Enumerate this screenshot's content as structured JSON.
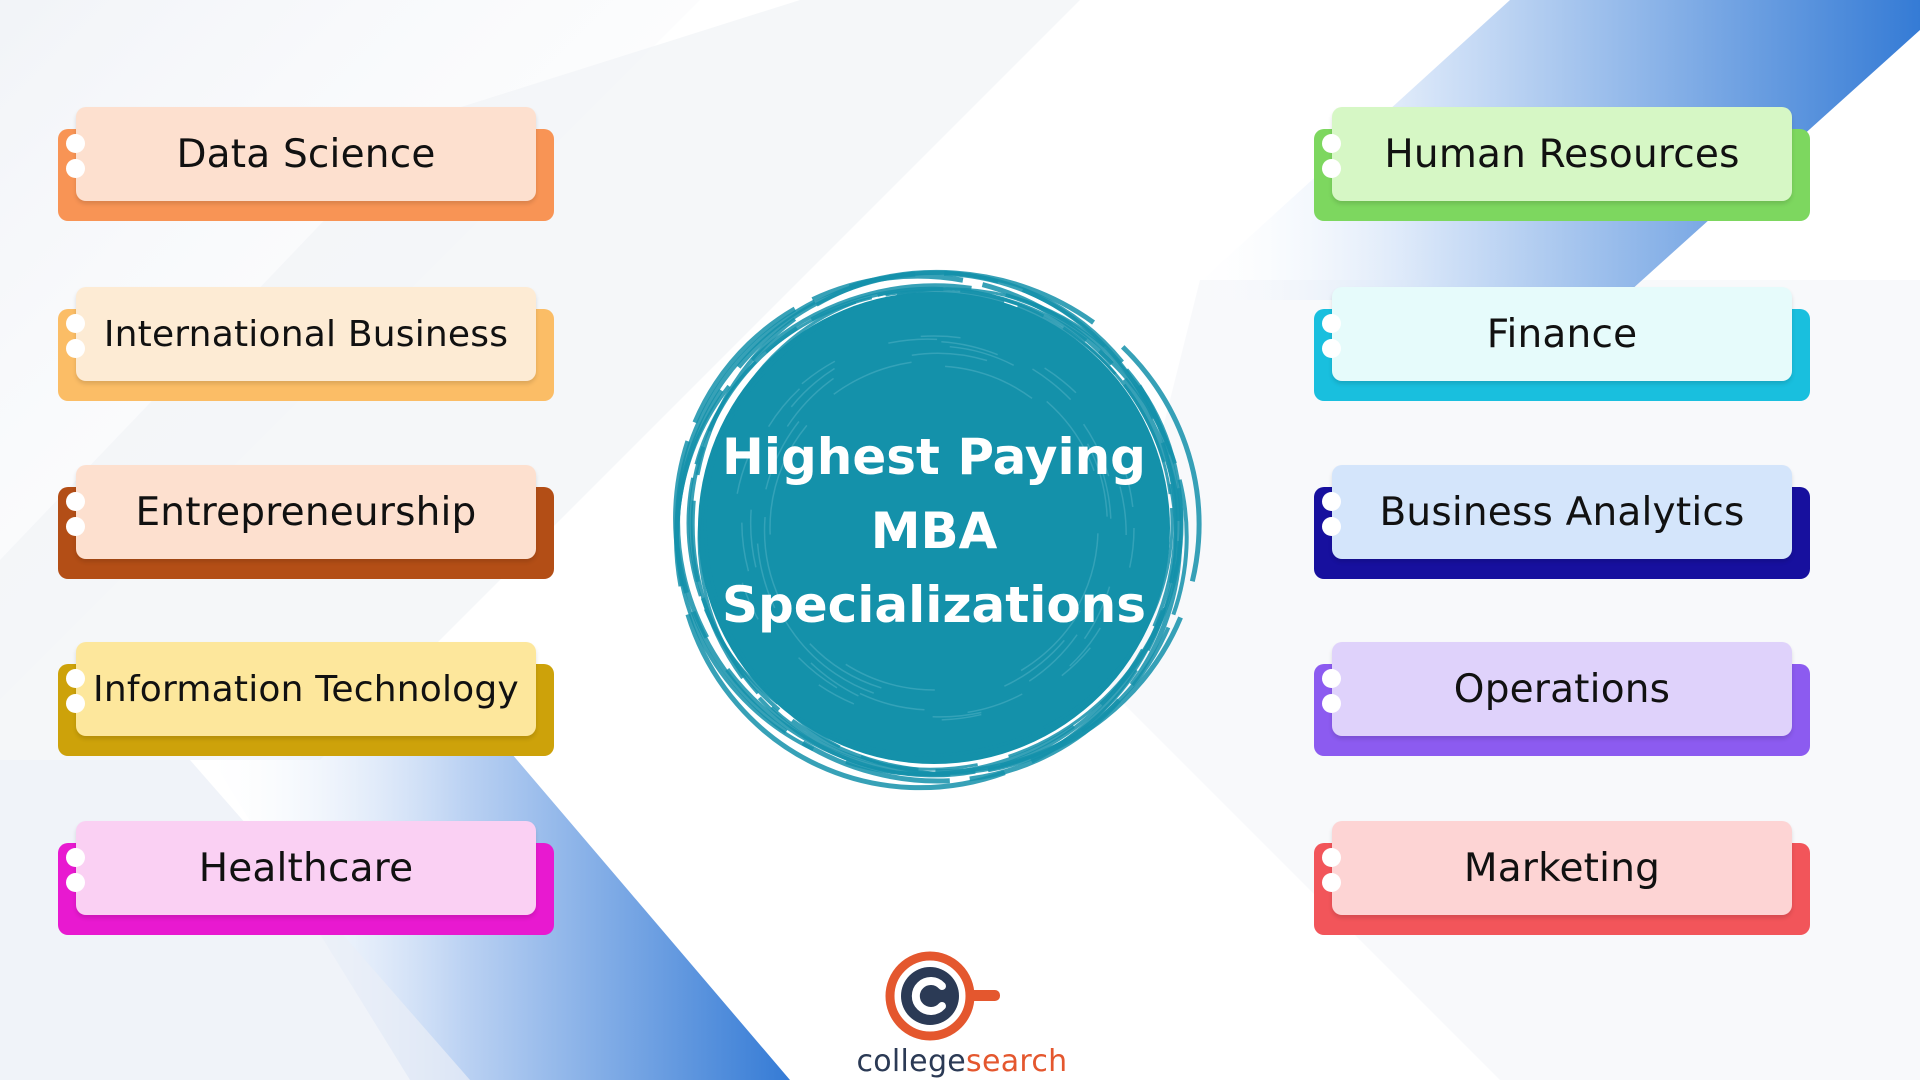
{
  "title": {
    "line1": "Highest Paying",
    "line2": "MBA",
    "line3": "Specializations"
  },
  "left_items": [
    {
      "label": "Data Science",
      "face": "#fde0cf",
      "edge": "#f89455"
    },
    {
      "label": "International Business",
      "face": "#fdebd4",
      "edge": "#fbbd66"
    },
    {
      "label": "Entrepreneurship",
      "face": "#fde0cf",
      "edge": "#b34e16"
    },
    {
      "label": "Information Technology",
      "face": "#fde79c",
      "edge": "#cda20a"
    },
    {
      "label": "Healthcare",
      "face": "#fad0f3",
      "edge": "#e819d0"
    }
  ],
  "right_items": [
    {
      "label": "Human Resources",
      "face": "#d6f7c5",
      "edge": "#7dd75f"
    },
    {
      "label": "Finance",
      "face": "#e6fbfb",
      "edge": "#19bfde"
    },
    {
      "label": "Business Analytics",
      "face": "#d4e5fb",
      "edge": "#17109e"
    },
    {
      "label": "Operations",
      "face": "#dfd2fb",
      "edge": "#8c5bf0"
    },
    {
      "label": "Marketing",
      "face": "#fdd4d4",
      "edge": "#f2555a"
    }
  ],
  "colors": {
    "circle": "#1491aa",
    "blue_stripe": "#2a74d3",
    "logo_orange": "#e4572e",
    "logo_navy": "#2b3a55"
  },
  "logo": {
    "icon": "collegesearch-logo-icon",
    "word_a": "college",
    "word_b": "search"
  }
}
